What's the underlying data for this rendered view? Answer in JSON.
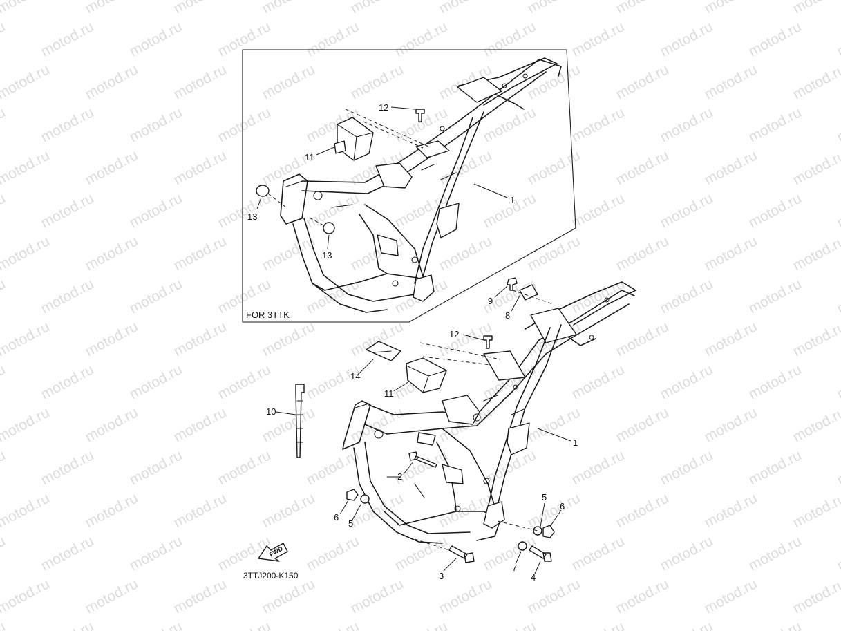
{
  "watermark": {
    "text": "motod.ru"
  },
  "inset": {
    "label": "FOR 3TTK"
  },
  "callouts": {
    "inset_12": "12",
    "inset_11": "11",
    "inset_13a": "13",
    "inset_13b": "13",
    "inset_1": "1",
    "main_9": "9",
    "main_8": "8",
    "main_12": "12",
    "main_14": "14",
    "main_11": "11",
    "main_10": "10",
    "main_1": "1",
    "main_2": "2",
    "main_6a": "6",
    "main_5a": "5",
    "main_5b": "5",
    "main_6b": "6",
    "main_7": "7",
    "main_4": "4",
    "main_3": "3"
  },
  "fwd_arrow": {
    "label": "FWD"
  },
  "diagram_code": "3TTJ200-K150"
}
